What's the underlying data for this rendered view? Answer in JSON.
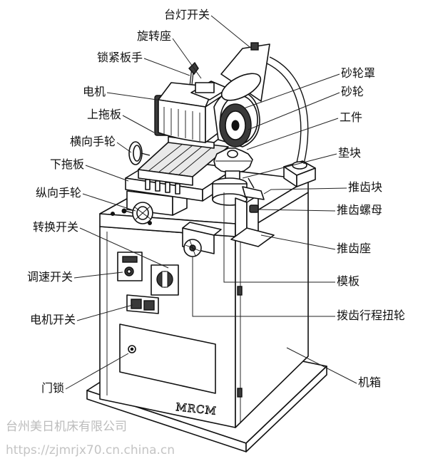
{
  "labels": {
    "lamp_switch": "台灯开关",
    "swivel_base": "旋转座",
    "lock_handle": "锁紧板手",
    "motor": "电机",
    "upper_slide": "上拖板",
    "cross_handwheel": "横向手轮",
    "lower_slide": "下拖板",
    "longitudinal_handwheel": "纵向手轮",
    "mode_switch": "转换开关",
    "speed_switch": "调速开关",
    "motor_switch": "电机开关",
    "door_lock": "门锁",
    "wheel_guard": "砂轮罩",
    "grinding_wheel": "砂轮",
    "workpiece": "工件",
    "spacer_block": "垫块",
    "push_tooth_block": "推齿块",
    "push_tooth_nut": "推齿螺母",
    "push_tooth_seat": "推齿座",
    "template": "模板",
    "stroke_knob": "拨齿行程扭轮",
    "cabinet": "机箱"
  },
  "logo": "MRCM",
  "watermark": {
    "company": "台州美日机床有限公司",
    "url": "https://zjmrjx70.cn.china.cn"
  }
}
